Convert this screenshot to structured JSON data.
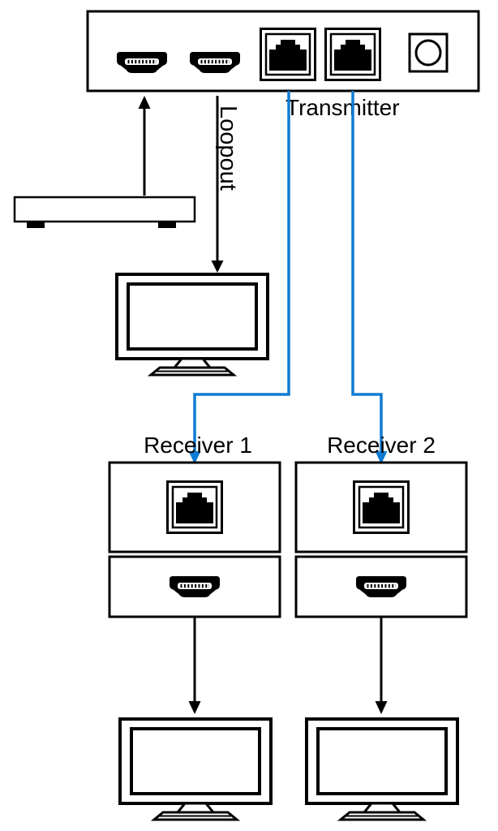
{
  "labels": {
    "transmitter": "Transmitter",
    "loopout": "Loopout",
    "receiver1": "Receiver 1",
    "receiver2": "Receiver 2"
  },
  "colors": {
    "outline": "#000000",
    "cable": "#0d7bd4",
    "background": "#ffffff"
  },
  "components": {
    "transmitter": {
      "label": "Transmitter",
      "ports": [
        "hdmi-input",
        "hdmi-loopout",
        "cat5-output-1",
        "cat5-output-2",
        "power-jack"
      ]
    },
    "source_device": {
      "type": "media-source-box"
    },
    "loopout_display": {
      "type": "tv"
    },
    "receiver1": {
      "label": "Receiver 1",
      "ports": [
        "cat5-input",
        "hdmi-output"
      ],
      "display": "tv"
    },
    "receiver2": {
      "label": "Receiver 2",
      "ports": [
        "cat5-input",
        "hdmi-output"
      ],
      "display": "tv"
    }
  },
  "connections": [
    {
      "from": "source-device",
      "to": "transmitter-hdmi-input",
      "style": "black-arrow"
    },
    {
      "from": "transmitter-hdmi-loopout",
      "to": "loopout-display",
      "style": "black-arrow",
      "label": "Loopout"
    },
    {
      "from": "transmitter-cat5-output-1",
      "to": "receiver1-cat5-input",
      "style": "blue-cable"
    },
    {
      "from": "transmitter-cat5-output-2",
      "to": "receiver2-cat5-input",
      "style": "blue-cable"
    },
    {
      "from": "receiver1-hdmi-output",
      "to": "receiver1-display",
      "style": "black-arrow"
    },
    {
      "from": "receiver2-hdmi-output",
      "to": "receiver2-display",
      "style": "black-arrow"
    }
  ]
}
